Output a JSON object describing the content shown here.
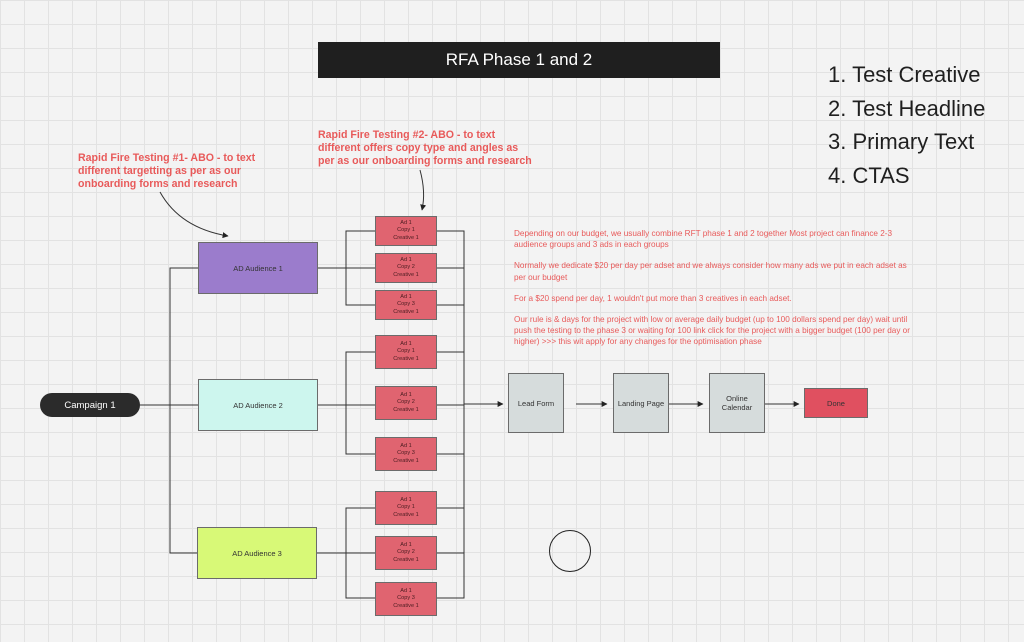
{
  "title": "RFA Phase 1 and 2",
  "checklist": [
    "1. Test Creative",
    "2. Test Headline",
    "3. Primary Text",
    "4. CTAS"
  ],
  "notes": {
    "rft1": "Rapid Fire Testing #1- ABO - to text different targetting as per as our onboarding forms and research",
    "rft2": "Rapid Fire Testing #2- ABO - to text different offers copy type and angles as per as our onboarding forms and research"
  },
  "campaign": "Campaign 1",
  "audiences": [
    {
      "label": "AD Audience 1",
      "color": "#9b7ccc"
    },
    {
      "label": "AD Audience 2",
      "color": "#cdf6ee"
    },
    {
      "label": "AD Audience 3",
      "color": "#d8f977"
    }
  ],
  "ad_groups": [
    [
      {
        "line1": "Ad 1",
        "line2": "Copy 1",
        "line3": "Creative 1"
      },
      {
        "line1": "Ad 1",
        "line2": "Copy 2",
        "line3": "Creative 1"
      },
      {
        "line1": "Ad 1",
        "line2": "Copy 3",
        "line3": "Creative 1"
      }
    ],
    [
      {
        "line1": "Ad 1",
        "line2": "Copy 1",
        "line3": "Creative 1"
      },
      {
        "line1": "Ad 1",
        "line2": "Copy 2",
        "line3": "Creative 1"
      },
      {
        "line1": "Ad 1",
        "line2": "Copy 3",
        "line3": "Creative 1"
      }
    ],
    [
      {
        "line1": "Ad 1",
        "line2": "Copy 1",
        "line3": "Creative 1"
      },
      {
        "line1": "Ad 1",
        "line2": "Copy 2",
        "line3": "Creative 1"
      },
      {
        "line1": "Ad 1",
        "line2": "Copy 3",
        "line3": "Creative 1"
      }
    ]
  ],
  "funnel": [
    {
      "label": "Lead Form"
    },
    {
      "label": "Landing Page"
    },
    {
      "label": "Online Calendar"
    },
    {
      "label": "Done"
    }
  ],
  "description": [
    "Depending on our budget, we usually combine RFT phase 1 and 2 together Most project can finance 2-3 audience groups and 3 ads in each groups",
    "Normally we dedicate $20 per day per adset and we always consider how many ads we put in each adset as per our budget",
    "For a $20 spend per day, 1 wouldn't put more than 3 creatives in each adset.",
    "Our rule is & days for the project with low or average daily budget (up to 100 dollars spend per day) wait until push the testing to the phase 3 or waiting for 100 link click for the project with a bigger budget (100 per day or higher) >>> this wit apply for any changes for the optimisation phase"
  ],
  "colors": {
    "note_red": "#e85a5a",
    "ad_fill": "#e06470",
    "stage_fill": "#d6dcdc",
    "done_fill": "#e05060",
    "title_bg": "#1f1f1f"
  }
}
